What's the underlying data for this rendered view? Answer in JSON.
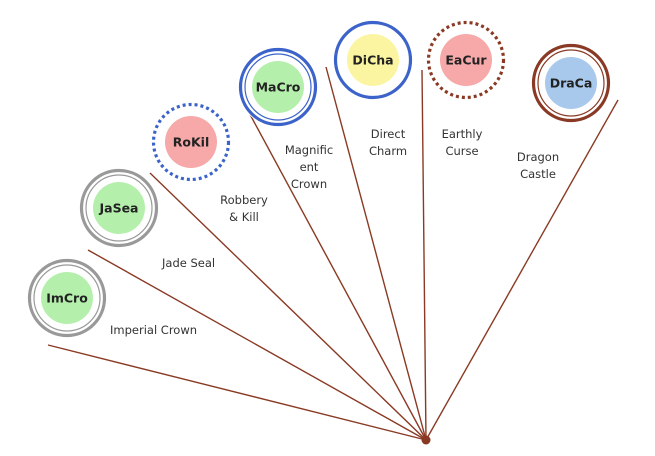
{
  "colors": {
    "line": "#8a3a24",
    "hub": "#8a3a24",
    "gray_ring": "#999999",
    "blue_ring": "#3b63c9",
    "brown_ring": "#8a3a24",
    "green_fill": "#b4f0ac",
    "pink_fill": "#f7a8a8",
    "yellow_fill": "#fbf5a2",
    "blue_fill": "#a8c9ec"
  },
  "nodes": [
    {
      "abbr": "ImCro",
      "label_lines": [
        "Imperial Crown"
      ],
      "fill": "#b4f0ac",
      "ring": "#999999",
      "ring_style": "double"
    },
    {
      "abbr": "JaSea",
      "label_lines": [
        "Jade Seal"
      ],
      "fill": "#b4f0ac",
      "ring": "#999999",
      "ring_style": "double"
    },
    {
      "abbr": "RoKil",
      "label_lines": [
        "Robbery",
        "& Kill"
      ],
      "fill": "#f7a8a8",
      "ring": "#3b63c9",
      "ring_style": "dotted"
    },
    {
      "abbr": "MaCro",
      "label_lines": [
        "Magnific",
        "ent",
        "Crown"
      ],
      "fill": "#b4f0ac",
      "ring": "#3b63c9",
      "ring_style": "double"
    },
    {
      "abbr": "DiCha",
      "label_lines": [
        "Direct",
        "Charm"
      ],
      "fill": "#fbf5a2",
      "ring": "#3b63c9",
      "ring_style": "solid"
    },
    {
      "abbr": "EaCur",
      "label_lines": [
        "Earthly",
        "Curse"
      ],
      "fill": "#f7a8a8",
      "ring": "#8a3a24",
      "ring_style": "dotted"
    },
    {
      "abbr": "DraCa",
      "label_lines": [
        "Dragon",
        "Castle"
      ],
      "fill": "#a8c9ec",
      "ring": "#8a3a24",
      "ring_style": "double"
    }
  ]
}
